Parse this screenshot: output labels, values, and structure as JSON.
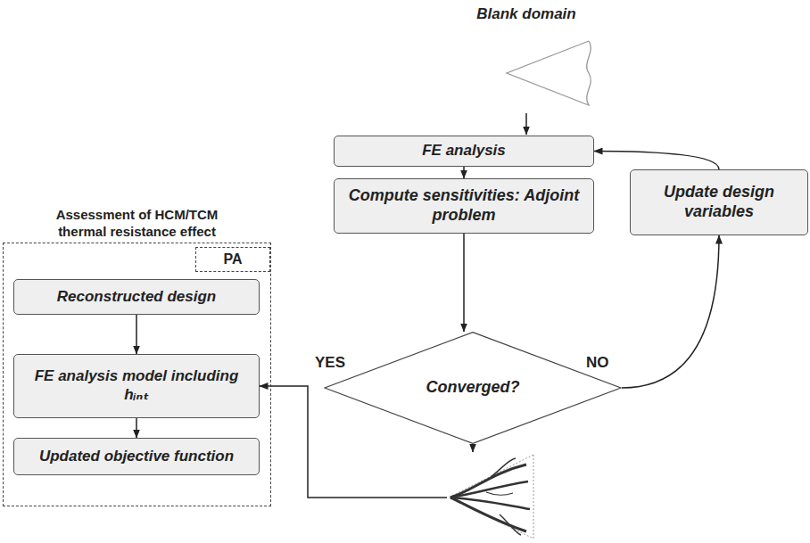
{
  "diagram": {
    "nodes": [
      {
        "text": [
          "FE analysis"
        ]
      },
      {
        "text": [
          "Compute sensitivities: Adjoint problem"
        ]
      },
      {
        "text": [
          "Update design variables"
        ]
      },
      {
        "text": [
          "Converged?"
        ]
      },
      {
        "text": [
          "Assessment of HCM/TCM thermal resistance effect"
        ]
      },
      {
        "text": [
          "PA"
        ],
        "in": 4
      },
      {
        "text": [
          "Reconstructed design"
        ],
        "in": 4
      },
      {
        "text": [
          "FE analysis model including hᵢₙₜ"
        ],
        "in": 4
      },
      {
        "text": [
          "Updated objective function"
        ],
        "in": 4
      }
    ],
    "edges": [
      {
        "from": 0,
        "to": 1,
        "arrow": "to"
      },
      {
        "from": 1,
        "to": 3,
        "arrow": "to"
      },
      {
        "from": 3,
        "to": 2,
        "arrow": "to",
        "label": "NO"
      },
      {
        "from": 2,
        "to": 0,
        "arrow": "to"
      },
      {
        "from": 3,
        "to": 7,
        "arrow": "to",
        "label": "YES"
      },
      {
        "from": 6,
        "to": 7,
        "arrow": "to"
      },
      {
        "from": 7,
        "to": 8,
        "arrow": "to"
      }
    ],
    "labels": [
      "Blank domain"
    ]
  }
}
